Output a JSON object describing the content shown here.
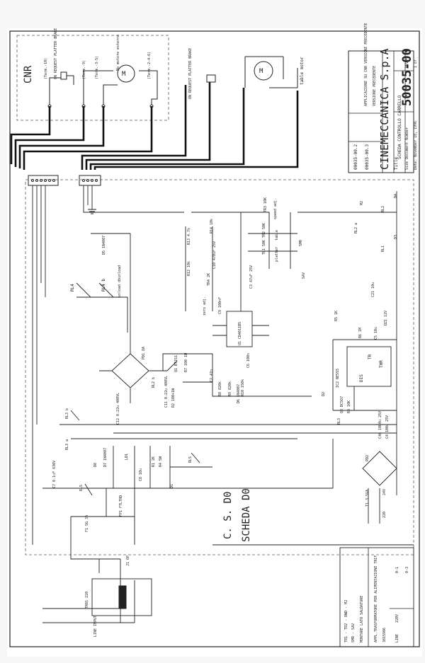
{
  "colors": {
    "paper": "#ffffff",
    "ink": "#1a1a1a",
    "background": "#f6f6f6"
  },
  "cnr": {
    "title": "CNR",
    "label_platter_brake_1": "ON REQUEST PLATTER BRAKE",
    "label_motor_external": "Mp motore esterno",
    "term_a": "(Term.-10)",
    "term_b": "(Term.-9)",
    "term_c": "(Term.-3-5)",
    "term_d": "(Term.-2-4-6)"
  },
  "top": {
    "label_platter_brake_2": "ON REQUEST PLATTER BRAKE",
    "label_table_motor": "table motor"
  },
  "titleblock": {
    "company": "CINEMECCANICA S.p.A",
    "document_number": "50035-00",
    "title_label": "Title",
    "title": "SCHEDA CONTROLLO CARRELLO",
    "size_label": "Size",
    "number_label": "Document Number",
    "rev_label": "REV",
    "date_label": "Date:",
    "date": "November 18, 1996",
    "sheet": "1 of",
    "applicazione": "APPLICAZIONE SU CNR VERSIONE PRECEDENTE",
    "versione": "VERSIONE PRECEDENTE",
    "ref1": "00035-00.2",
    "ref2": "00035-00.3"
  },
  "board": {
    "title1": "C. S. D0",
    "title2": "SCHEDA D0"
  },
  "components": {
    "d5": "D5 1N4007",
    "rl4": "RL4",
    "rl4b": "RL4 b",
    "rl4_note": "unload dbunload",
    "pd1": "PD1 8A",
    "rl2b": "RL2 b",
    "c12": "C12 0.22u 400VL",
    "c11": "C11 0.22u 400VL",
    "q1": "Q1 BT151",
    "r7": "R7 100 1W",
    "r2": "R2 100+1W",
    "r12": "R12 10k",
    "r13": "R13 4.7k",
    "r14": "R14 10k",
    "tr3": "TR3 10K",
    "tr4": "TR4 2K",
    "c10": "C10 470uF 25V",
    "c3": "C3 47uF 25V",
    "c9": "C9 100nF",
    "u1": "U1 CD4011BS",
    "c6": "C6 100n",
    "c2": "C2 47n",
    "r8": "R8 820k",
    "r9": "R9 820k",
    "r10": "R10 150k",
    "d6": "D6 1N4007",
    "tr2": "TR2 50K",
    "tr1": "TR1 50K",
    "labels_adj": "zero adj.",
    "labels_speed": "speed adj.",
    "labels_table": "table",
    "labels_platter": "platter",
    "smr": "SMR",
    "sav": "SAV",
    "rl2a": "RL2 a",
    "rl2": "RL2",
    "d4": "D4",
    "d3": "D3",
    "rl1": "RL1",
    "m2": "M2",
    "c21": "C21 10u",
    "r5": "R5 1K",
    "dz1": "DZ1 12V",
    "r6": "R6 1M",
    "c5": "C5 10u",
    "ne555": "IC2 NE555",
    "thr": "THR",
    "tr": "TR",
    "dis": "DIS",
    "r3": "R3 10K",
    "q2": "Q2 BC5O7",
    "d2": "D2",
    "rl3": "RL3",
    "c4": "C4 100u 25V",
    "c4b": "C4b 1000u 25V",
    "pd2": "PD2",
    "t1": "T1 3.5VA",
    "t1_24v": "24V",
    "t1_220": "220",
    "rl3ab": "RL3 b",
    "rl3a": "RL3 a",
    "c7": "C7 0.1uF 630V",
    "rl5": "RL5",
    "d7": "D7 1N4007",
    "d8": "D8",
    "ld1": "LD1",
    "c8": "C8 10u",
    "r1": "R1 2K",
    "d1": "D1",
    "fp1": "FP1 FTLTRD",
    "f1": "F1 SG 3A",
    "j1": "J1 6P",
    "tr01": "TR01 220",
    "line_input": "LINE INPUT",
    "r4": "R4 5W"
  },
  "notes": {
    "note1": "TR1 - TR2 - RWD - M2",
    "note2": "SMR - SAV",
    "note3": "MONTARE LATO SALDATURE",
    "line1": "APPL.TRASFORMATORE PER ALIMENTAZIONE TRIF",
    "line2": "3815906",
    "line3": "LINE",
    "line4": "220V",
    "line5": "0-1",
    "line6": "0-3"
  }
}
